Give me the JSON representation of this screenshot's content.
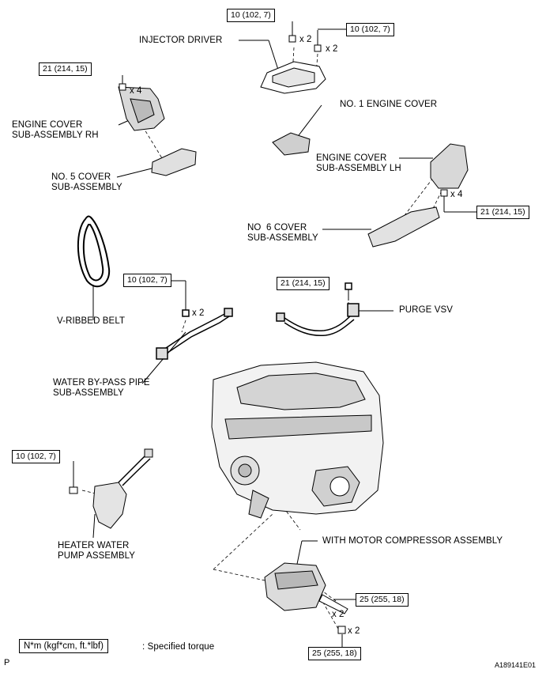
{
  "torque_specs": {
    "injector_bolt": "10 (102, 7)",
    "injector_nut": "10 (102, 7)",
    "cover_rh": "21 (214, 15)",
    "cover_lh": "21 (214, 15)",
    "water_bypass": "10 (102, 7)",
    "purge_vsv": "21 (214, 15)",
    "heater_pump": "10 (102, 7)",
    "compressor_bolt": "25 (255, 18)",
    "compressor_nut": "25 (255, 18)"
  },
  "quantities": {
    "injector_bolt": "x 2",
    "injector_nut": "x 2",
    "cover_rh": "x 4",
    "cover_lh": "x 4",
    "water_bypass": "x 2",
    "compressor_bolt": "x 2",
    "compressor_nut": "x 2"
  },
  "labels": {
    "injector_driver": "INJECTOR DRIVER",
    "no1_engine_cover": "NO. 1 ENGINE COVER",
    "engine_cover_rh": "ENGINE COVER\nSUB-ASSEMBLY RH",
    "no5_cover": "NO. 5 COVER\nSUB-ASSEMBLY",
    "engine_cover_lh": "ENGINE COVER\nSUB-ASSEMBLY LH",
    "no6_cover": "NO  6 COVER\nSUB-ASSEMBLY",
    "v_ribbed_belt": "V-RIBBED BELT",
    "purge_vsv": "PURGE VSV",
    "water_bypass_pipe": "WATER BY-PASS PIPE\nSUB-ASSEMBLY",
    "heater_water_pump": "HEATER WATER\nPUMP ASSEMBLY",
    "motor_compressor": "WITH MOTOR COMPRESSOR ASSEMBLY"
  },
  "legend": {
    "unit": "N*m (kgf*cm, ft.*lbf)",
    "text": ": Specified torque"
  },
  "corner_mark": "P",
  "figure_id": "A189141E01"
}
